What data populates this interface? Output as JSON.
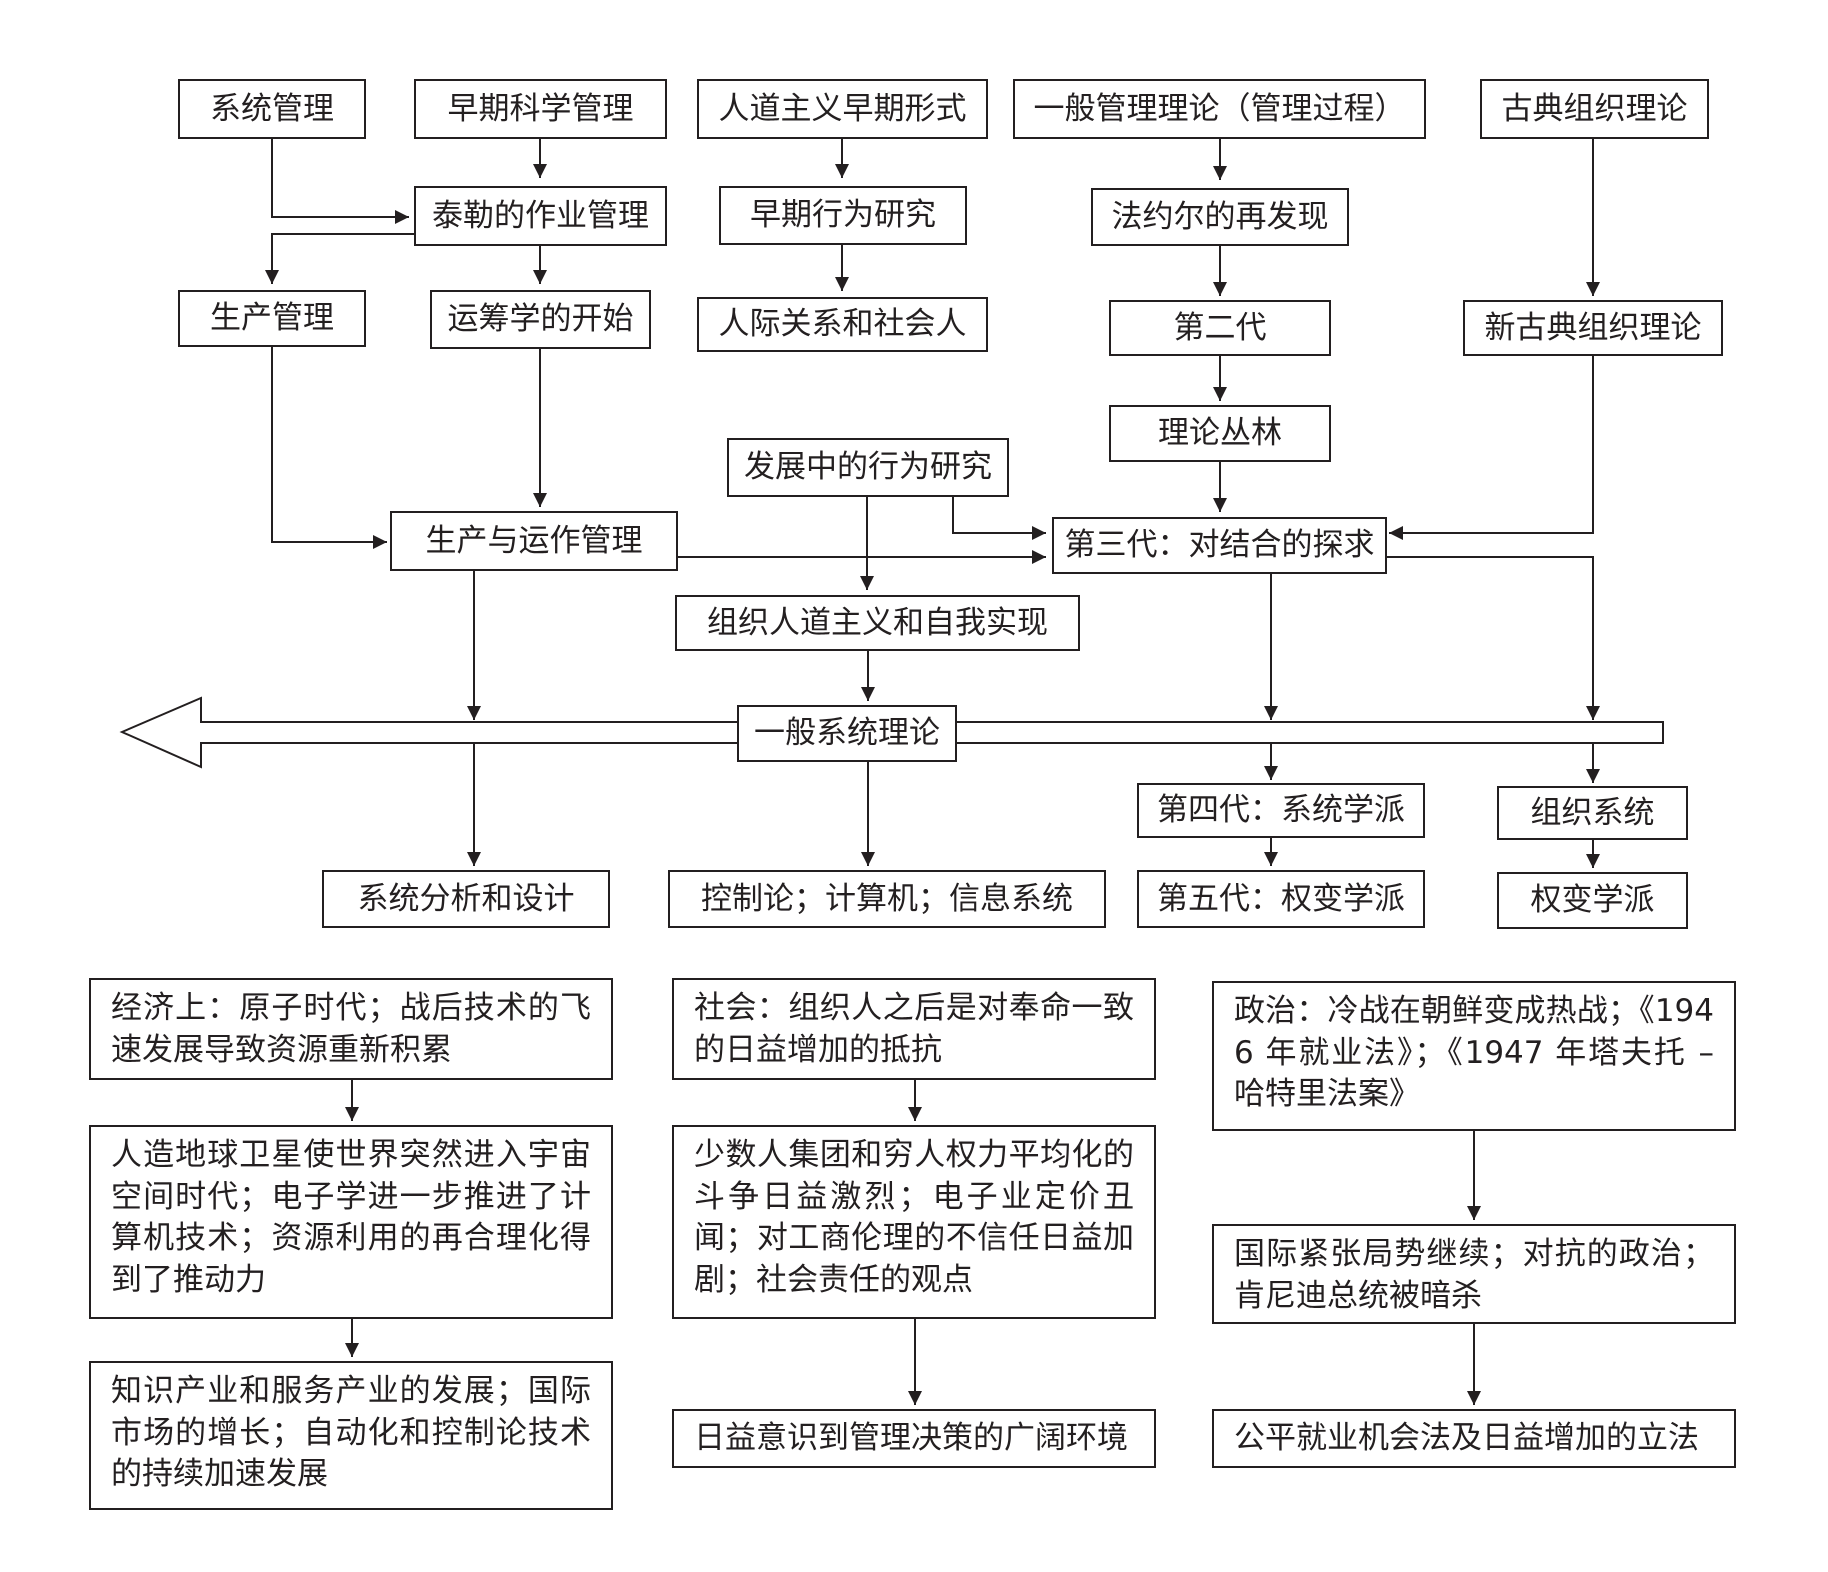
{
  "nodes": {
    "systems_management": "系统管理",
    "early_scientific_management": "早期科学管理",
    "humanism_early_forms": "人道主义早期形式",
    "general_management_theory": "一般管理理论（管理过程）",
    "classical_organization_theory": "古典组织理论",
    "taylor_task_management": "泰勒的作业管理",
    "early_behavioral_research": "早期行为研究",
    "fayol_rediscovery": "法约尔的再发现",
    "production_management": "生产管理",
    "operations_research_beginning": "运筹学的开始",
    "human_relations_social_man": "人际关系和社会人",
    "second_generation": "第二代",
    "neoclassical_organization_theory": "新古典组织理论",
    "theory_jungle": "理论丛林",
    "developing_behavioral_research": "发展中的行为研究",
    "production_operations_management": "生产与运作管理",
    "third_generation": "第三代：对结合的探求",
    "organizational_humanism": "组织人道主义和自我实现",
    "general_systems_theory": "一般系统理论",
    "fourth_generation": "第四代：系统学派",
    "organization_systems": "组织系统",
    "systems_analysis_design": "系统分析和设计",
    "cybernetics_computers_is": "控制论；计算机；信息系统",
    "fifth_generation": "第五代：权变学派",
    "contingency_school": "权变学派"
  },
  "economic": {
    "e1": "经济上：原子时代；战后技术的飞速发展导致资源重新积累",
    "e2": "人造地球卫星使世界突然进入宇宙空间时代；电子学进一步推进了计算机技术；资源利用的再合理化得到了推动力",
    "e3": "知识产业和服务产业的发展；国际市场的增长；自动化和控制论技术的持续加速发展"
  },
  "social": {
    "s1": "社会：组织人之后是对奉命一致的日益增加的抵抗",
    "s2": "少数人集团和穷人权力平均化的斗争日益激烈；电子业定价丑闻；对工商伦理的不信任日益加剧；社会责任的观点",
    "s3": "日益意识到管理决策的广阔环境"
  },
  "political": {
    "p1": "政治：冷战在朝鲜变成热战；《1946 年就业法》；《1947 年塔夫托 – 哈特里法案》",
    "p2": "国际紧张局势继续；对抗的政治；肯尼迪总统被暗杀",
    "p3": "公平就业机会法及日益增加的立法"
  }
}
